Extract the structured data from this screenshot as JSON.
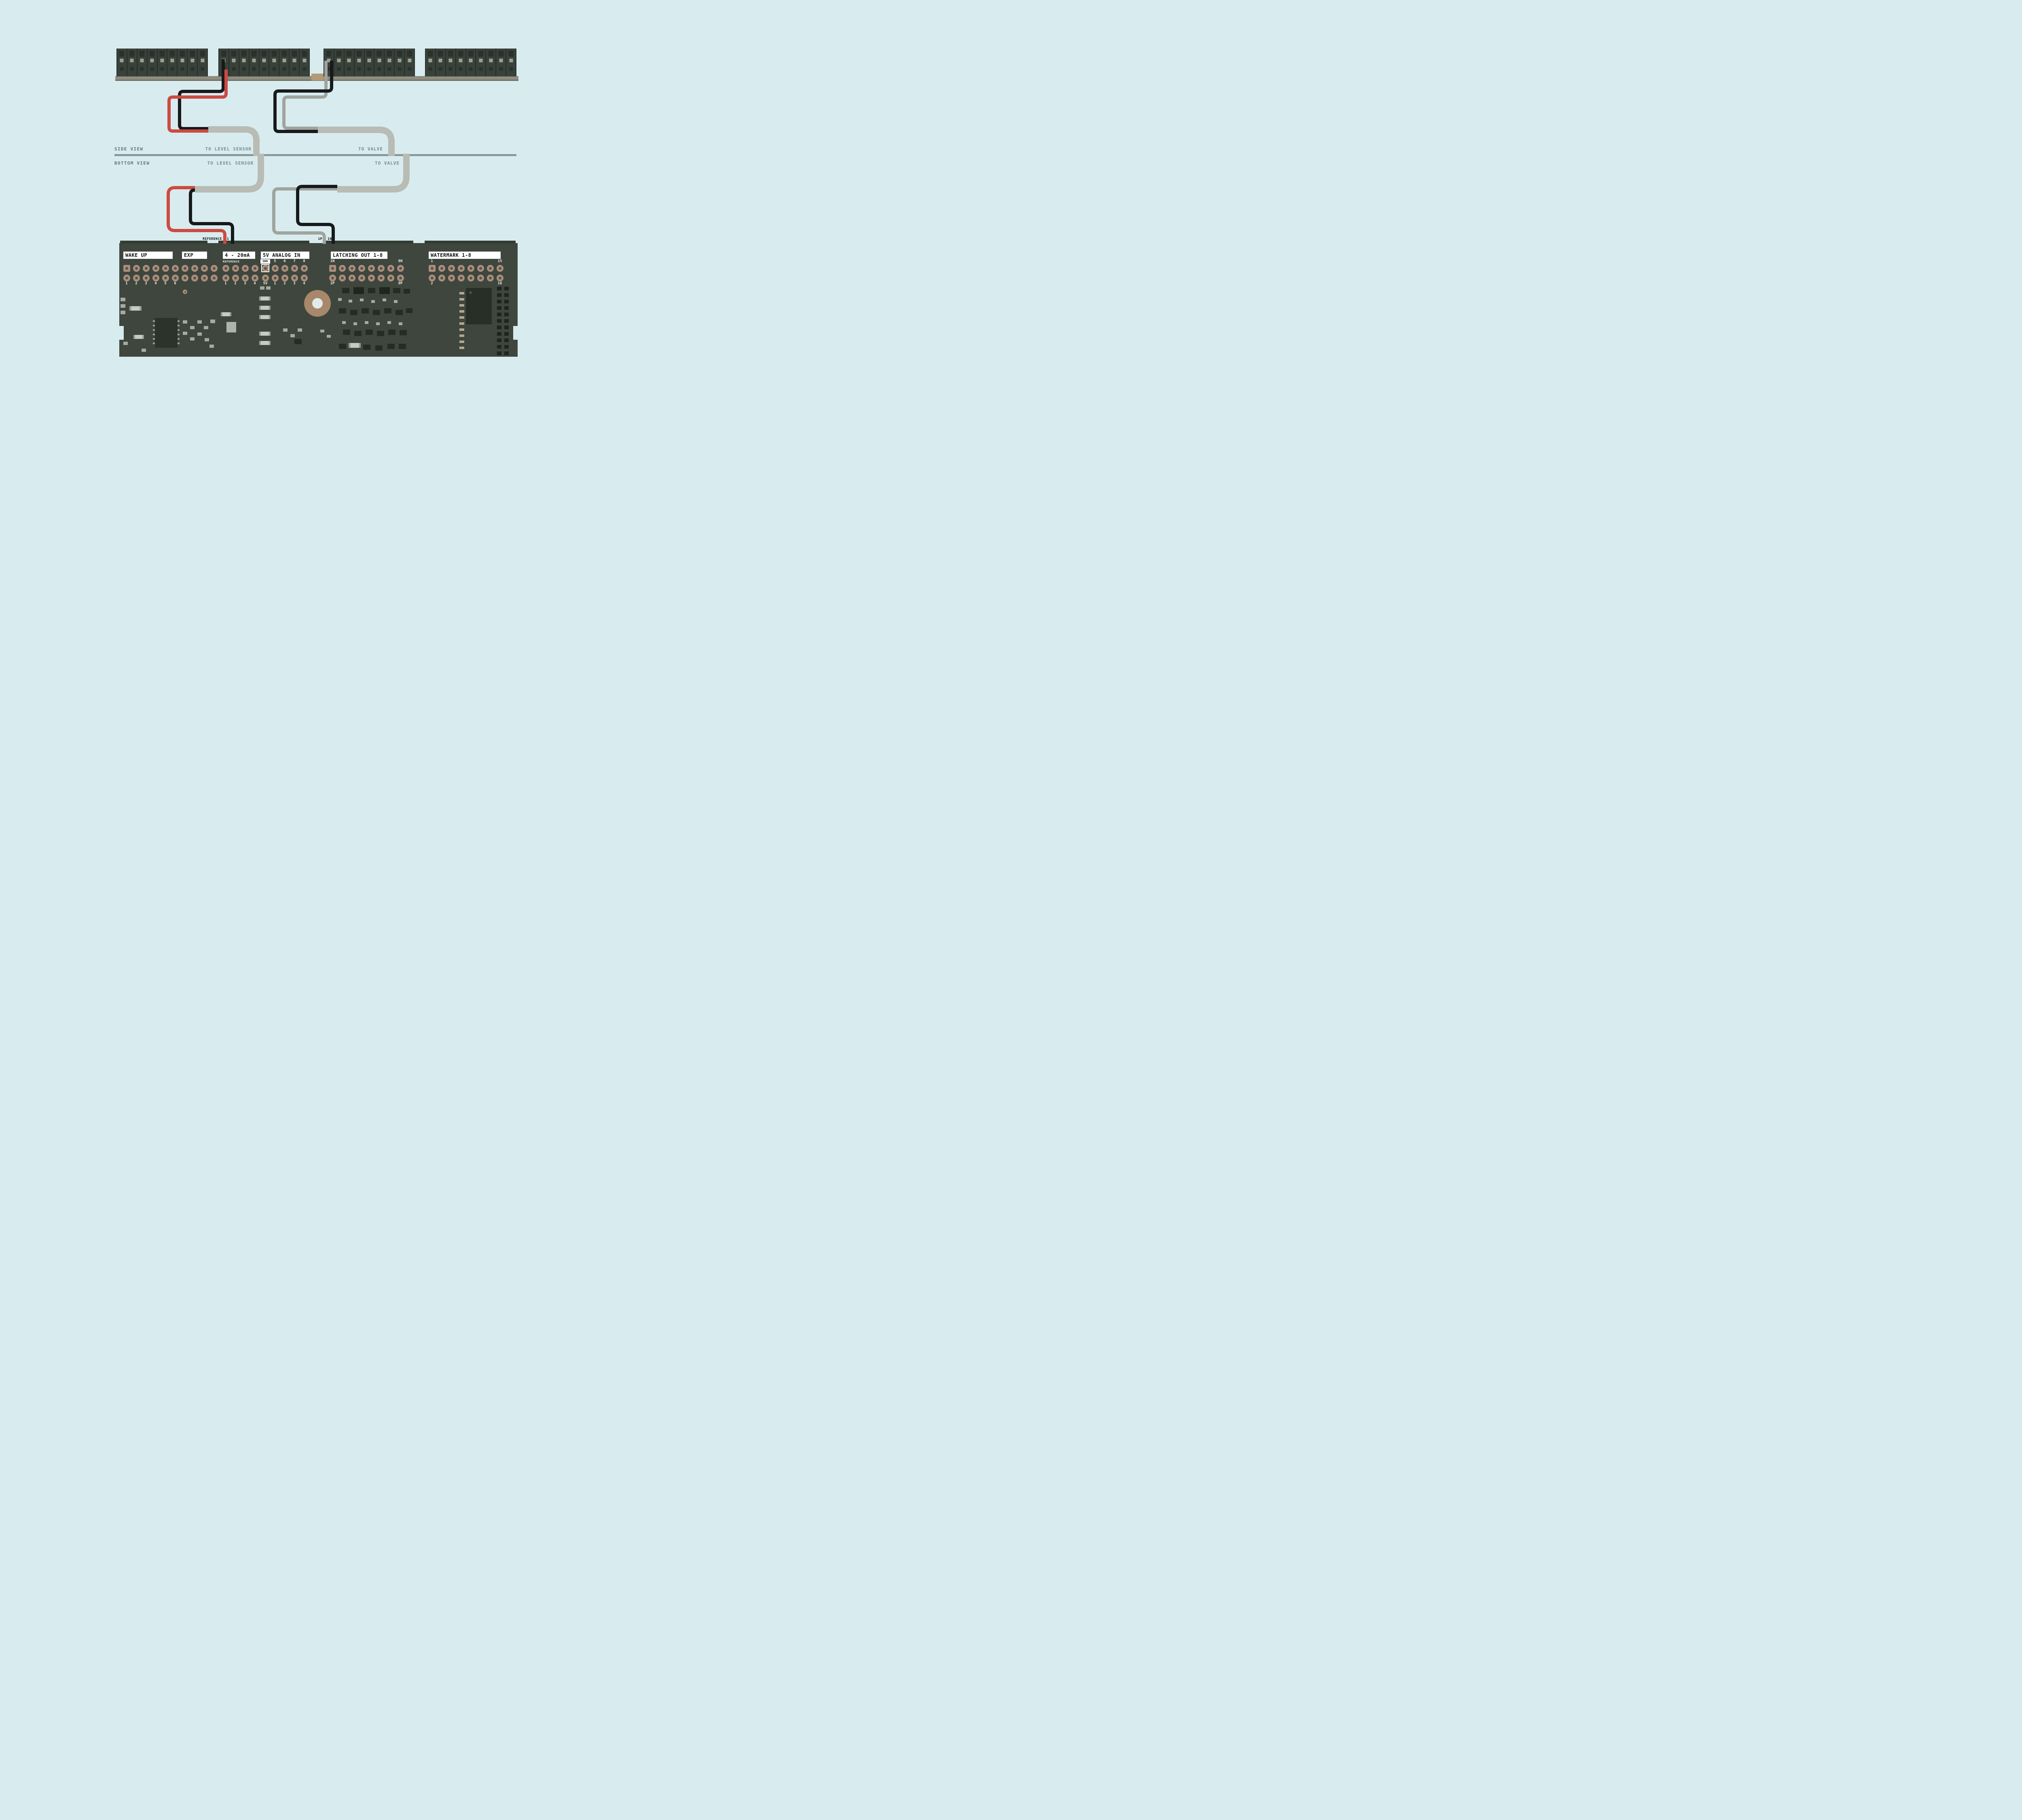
{
  "colors": {
    "bg": "#d8ecef",
    "board": "#3e463e",
    "board_dark": "#333c34",
    "terminal_body": "#39423a",
    "terminal_slot": "#2a322b",
    "terminal_gap": "#273028",
    "screw": "#9aa093",
    "rail": "#8f8c80",
    "endstop": "#b39a76",
    "wire_red": "#cd4a42",
    "wire_black": "#17191b",
    "wire_gray": "#a0a49d",
    "cable": "#b8bcb5",
    "divider": "#8c979b",
    "label_dark": "#66757b",
    "label_gray": "#7d8a8e",
    "pin_outer": "#a98f7d",
    "pin_inner": "#5f5145",
    "silk": "#eceee6",
    "toroid": "#a8886b"
  },
  "view_labels": {
    "side": "SIDE VIEW",
    "bottom": "BOTTOM VIEW"
  },
  "annotations": {
    "side_sensor": "TO LEVEL SENSOR",
    "side_valve": "TO VALVE",
    "bottom_sensor": "TO LEVEL SENSOR",
    "bottom_valve": "TO VALVE"
  },
  "wire_tags": {
    "reference": "REFERENCE",
    "ref_num": "1",
    "p1": "1P",
    "n1": "1N"
  },
  "terminal_rail": {
    "groups": [
      9,
      9,
      9,
      9
    ]
  },
  "board": {
    "sections": [
      {
        "id": "wakeup",
        "label": "WAKE UP",
        "cols": 6,
        "square_first": true,
        "bottom_labels": [
          "1",
          "2",
          "3",
          "4",
          "5",
          "6"
        ]
      },
      {
        "id": "exp",
        "label": "EXP",
        "cols": 4
      },
      {
        "id": "ref420",
        "label": "4 - 20mA",
        "cols": 4,
        "caption": "REFERENCE",
        "bottom_labels": [
          "1",
          "2",
          "3",
          "4"
        ]
      },
      {
        "id": "analog",
        "label": "5V ANALOG IN",
        "cols": 5,
        "gnd_box": true,
        "top_labels": [
          "GND",
          "5",
          "6",
          "7",
          "8"
        ],
        "bottom_labels": [
          "5V",
          "1",
          "2",
          "3",
          "4"
        ]
      },
      {
        "id": "latching",
        "label": "LATCHING OUT 1-8",
        "cols": 8,
        "square_first": true,
        "top_labels": [
          "1N",
          "",
          "",
          "",
          "",
          "",
          "",
          "8N"
        ],
        "bottom_labels": [
          "1P",
          "",
          "",
          "",
          "",
          "",
          "",
          "8P"
        ]
      },
      {
        "id": "watermark",
        "label": "WATERMARK 1-8",
        "cols": 8,
        "square_first": true,
        "top_labels": [
          "1",
          "",
          "",
          "",
          "",
          "",
          "",
          "15"
        ],
        "bottom_labels": [
          "2",
          "",
          "",
          "",
          "",
          "",
          "",
          "16"
        ]
      }
    ]
  }
}
